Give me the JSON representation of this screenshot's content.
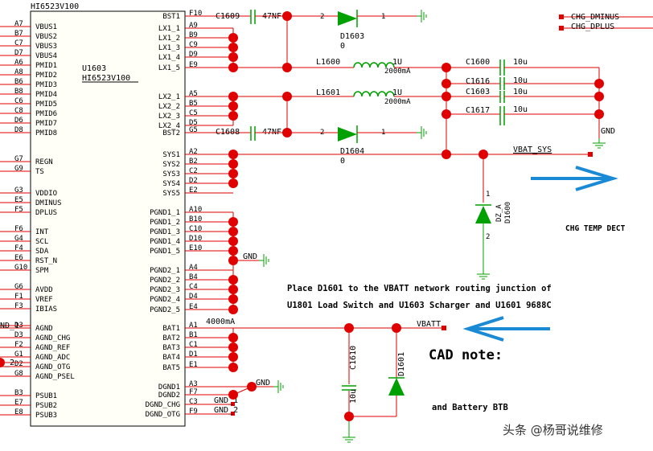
{
  "chip": {
    "title": "HI6523V100",
    "refdes": "U1603",
    "part": "HI6523V100",
    "left_pins": [
      {
        "num": "A7",
        "name": "VBUS1"
      },
      {
        "num": "B7",
        "name": "VBUS2"
      },
      {
        "num": "C7",
        "name": "VBUS3"
      },
      {
        "num": "D7",
        "name": "VBUS4"
      },
      {
        "num": "A6",
        "name": "PMID1"
      },
      {
        "num": "A8",
        "name": "PMID2"
      },
      {
        "num": "B6",
        "name": "PMID3"
      },
      {
        "num": "B8",
        "name": "PMID4"
      },
      {
        "num": "C6",
        "name": "PMID5"
      },
      {
        "num": "C8",
        "name": "PMID6"
      },
      {
        "num": "D6",
        "name": "PMID7"
      },
      {
        "num": "D8",
        "name": "PMID8"
      },
      {
        "num": "G7",
        "name": "REGN"
      },
      {
        "num": "G9",
        "name": "TS"
      },
      {
        "num": "G3",
        "name": "VDDIO"
      },
      {
        "num": "E5",
        "name": "DMINUS"
      },
      {
        "num": "F5",
        "name": "DPLUS"
      },
      {
        "num": "F6",
        "name": "INT"
      },
      {
        "num": "G4",
        "name": "SCL"
      },
      {
        "num": "F4",
        "name": "SDA"
      },
      {
        "num": "E6",
        "name": "RST_N"
      },
      {
        "num": "G10",
        "name": "SPM"
      },
      {
        "num": "G6",
        "name": "AVDD"
      },
      {
        "num": "F1",
        "name": "VREF"
      },
      {
        "num": "F3",
        "name": "IBIAS"
      },
      {
        "num": "D3",
        "name": "AGND"
      },
      {
        "num": "D3",
        "name": "AGND_CHG"
      },
      {
        "num": "F2",
        "name": "AGND_REF"
      },
      {
        "num": "G1",
        "name": "AGND_ADC"
      },
      {
        "num": "D2",
        "name": "AGND_OTG"
      },
      {
        "num": "G8",
        "name": "AGND_PSEL"
      },
      {
        "num": "B3",
        "name": "PSUB1"
      },
      {
        "num": "E7",
        "name": "PSUB2"
      },
      {
        "num": "E8",
        "name": "PSUB3"
      }
    ],
    "right_pins": [
      {
        "num": "F10",
        "name": "BST1"
      },
      {
        "num": "A9",
        "name": "LX1_1"
      },
      {
        "num": "B9",
        "name": "LX1_2"
      },
      {
        "num": "C9",
        "name": "LX1_3"
      },
      {
        "num": "D9",
        "name": "LX1_4"
      },
      {
        "num": "E9",
        "name": "LX1_5"
      },
      {
        "num": "A5",
        "name": "LX2_1"
      },
      {
        "num": "B5",
        "name": "LX2_2"
      },
      {
        "num": "C5",
        "name": "LX2_3"
      },
      {
        "num": "D5",
        "name": "LX2_4"
      },
      {
        "num": "G5",
        "name": "BST2"
      },
      {
        "num": "A2",
        "name": "SYS1"
      },
      {
        "num": "B2",
        "name": "SYS2"
      },
      {
        "num": "C2",
        "name": "SYS3"
      },
      {
        "num": "D2",
        "name": "SYS4"
      },
      {
        "num": "E2",
        "name": "SYS5"
      },
      {
        "num": "A10",
        "name": "PGND1_1"
      },
      {
        "num": "B10",
        "name": "PGND1_2"
      },
      {
        "num": "C10",
        "name": "PGND1_3"
      },
      {
        "num": "D10",
        "name": "PGND1_4"
      },
      {
        "num": "E10",
        "name": "PGND1_5"
      },
      {
        "num": "A4",
        "name": "PGND2_1"
      },
      {
        "num": "B4",
        "name": "PGND2_2"
      },
      {
        "num": "C4",
        "name": "PGND2_3"
      },
      {
        "num": "D4",
        "name": "PGND2_4"
      },
      {
        "num": "E4",
        "name": "PGND2_5"
      },
      {
        "num": "A1",
        "name": "BAT1"
      },
      {
        "num": "B1",
        "name": "BAT2"
      },
      {
        "num": "C1",
        "name": "BAT3"
      },
      {
        "num": "D1",
        "name": "BAT4"
      },
      {
        "num": "E1",
        "name": "BAT5"
      },
      {
        "num": "A3",
        "name": "DGND1"
      },
      {
        "num": "F7",
        "name": "DGND2"
      },
      {
        "num": "C3",
        "name": "DGND_CHG"
      },
      {
        "num": "F9",
        "name": "DGND_OTG"
      }
    ]
  },
  "components": {
    "c1609": {
      "ref": "C1609",
      "val": "47NF"
    },
    "c1608": {
      "ref": "C1608",
      "val": "47NF"
    },
    "d1603": {
      "ref": "D1603",
      "val": "0",
      "pin_a": "2",
      "pin_k": "1"
    },
    "d1604": {
      "ref": "D1604",
      "val": "0",
      "pin_a": "2",
      "pin_k": "1"
    },
    "l1600": {
      "ref": "L1600",
      "val": "1U",
      "current": "2000mA"
    },
    "l1601": {
      "ref": "L1601",
      "val": "1U",
      "current": "2000mA"
    },
    "c1600": {
      "ref": "C1600",
      "val": "10u"
    },
    "c1616": {
      "ref": "C1616",
      "val": "10u"
    },
    "c1603": {
      "ref": "C1603",
      "val": "10u"
    },
    "c1617": {
      "ref": "C1617",
      "val": "10u"
    },
    "d1600": {
      "ref": "D1600",
      "type": "DZ_A",
      "pin1": "1",
      "pin2": "2"
    },
    "c1610": {
      "ref": "C1610",
      "val": "10u"
    },
    "d1601": {
      "ref": "D1601"
    }
  },
  "nets": {
    "gnd": "GND",
    "vbat_sys": "VBAT_SYS",
    "vbatt": "VBATT",
    "chg_dminus": "CHG_DMINUS",
    "chg_dplus": "CHG_DPLUS",
    "bat_current": "4000mA",
    "gnd_1": "GND_1",
    "gnd_2": "GND_2",
    "gnd_left_1": "ND_1",
    "gnd_left_2": "D_2"
  },
  "notes": {
    "temp": "CHG TEMP DECT",
    "place_line1": "Place D1601 to the VBATT network routing junction of",
    "place_line2": "U1801 Load Switch and U1603 Scharger and U1601 9688C",
    "cad": "CAD note:",
    "battery": "and Battery BTB"
  },
  "watermark": "头条 @杨哥说维修",
  "colors": {
    "wire": "#e00000",
    "junction": "#e00000",
    "ground": "#00a000",
    "arrow": "#1a8ad4",
    "text": "#000000"
  }
}
